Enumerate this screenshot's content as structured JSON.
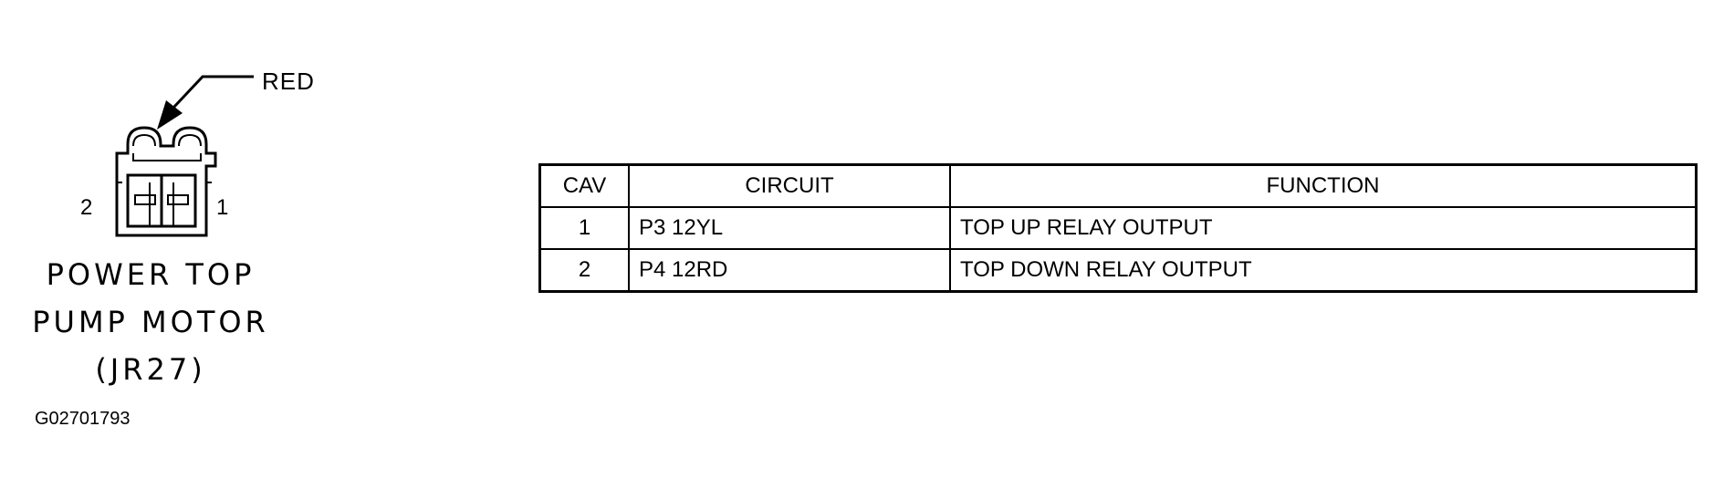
{
  "connector": {
    "wire_color_label": "RED",
    "pin_labels": {
      "left": "2",
      "right": "1"
    },
    "name_lines": [
      "POWER TOP",
      "PUMP MOTOR",
      "(JR27)"
    ]
  },
  "figure_id": "G02701793",
  "table": {
    "headers": {
      "cav": "CAV",
      "circuit": "CIRCUIT",
      "function": "FUNCTION"
    },
    "rows": [
      {
        "cav": "1",
        "circuit": "P3 12YL",
        "function": "TOP UP RELAY OUTPUT"
      },
      {
        "cav": "2",
        "circuit": "P4 12RD",
        "function": "TOP DOWN RELAY OUTPUT"
      }
    ]
  }
}
